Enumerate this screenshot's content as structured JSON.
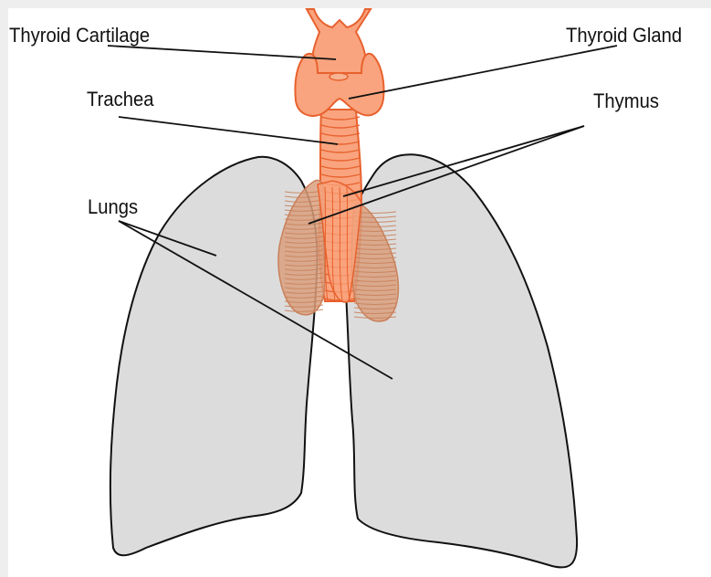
{
  "labels": {
    "thyroid_cartilage": "Thyroid Cartilage",
    "thyroid_gland": "Thyroid Gland",
    "trachea": "Trachea",
    "thymus": "Thymus",
    "lungs": "Lungs"
  },
  "colors": {
    "background": "#eeeeee",
    "canvas": "#ffffff",
    "lung_fill": "#dcdcdc",
    "organ_fill": "#f9a47e",
    "organ_stroke": "#e8612e",
    "thymus_fill": "#d9a07f",
    "outline": "#111111"
  }
}
